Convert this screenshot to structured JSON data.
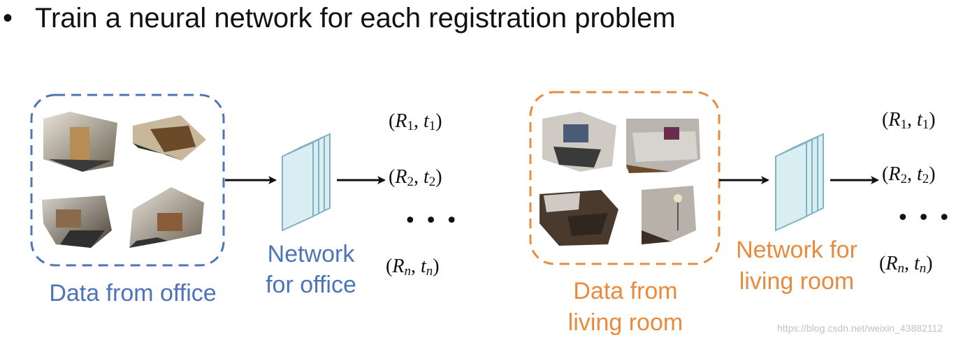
{
  "heading": {
    "bullet": "•",
    "text": "Train a neural network for each registration problem"
  },
  "left_panel": {
    "data_caption": "Data from office",
    "network_caption_line1": "Network",
    "network_caption_line2": "for office",
    "outputs": [
      {
        "R": "R",
        "sub": "1",
        "t": "t"
      },
      {
        "R": "R",
        "sub": "2",
        "t": "t"
      },
      {
        "R": "R",
        "sub": "n",
        "t": "t"
      }
    ],
    "ellipsis": "•••",
    "box_color": "#4d74b8"
  },
  "right_panel": {
    "data_caption_line1": "Data from",
    "data_caption_line2": "living room",
    "network_caption_line1": "Network for",
    "network_caption_line2": "living room",
    "outputs": [
      {
        "R": "R",
        "sub": "1",
        "t": "t"
      },
      {
        "R": "R",
        "sub": "2",
        "t": "t"
      },
      {
        "R": "R",
        "sub": "n",
        "t": "t"
      }
    ],
    "ellipsis": "•••",
    "box_color": "#e98a3c"
  },
  "network_color": "#d9eef2",
  "network_stroke": "#7fb3bf",
  "watermark": "https://blog.csdn.net/weixin_43882112"
}
